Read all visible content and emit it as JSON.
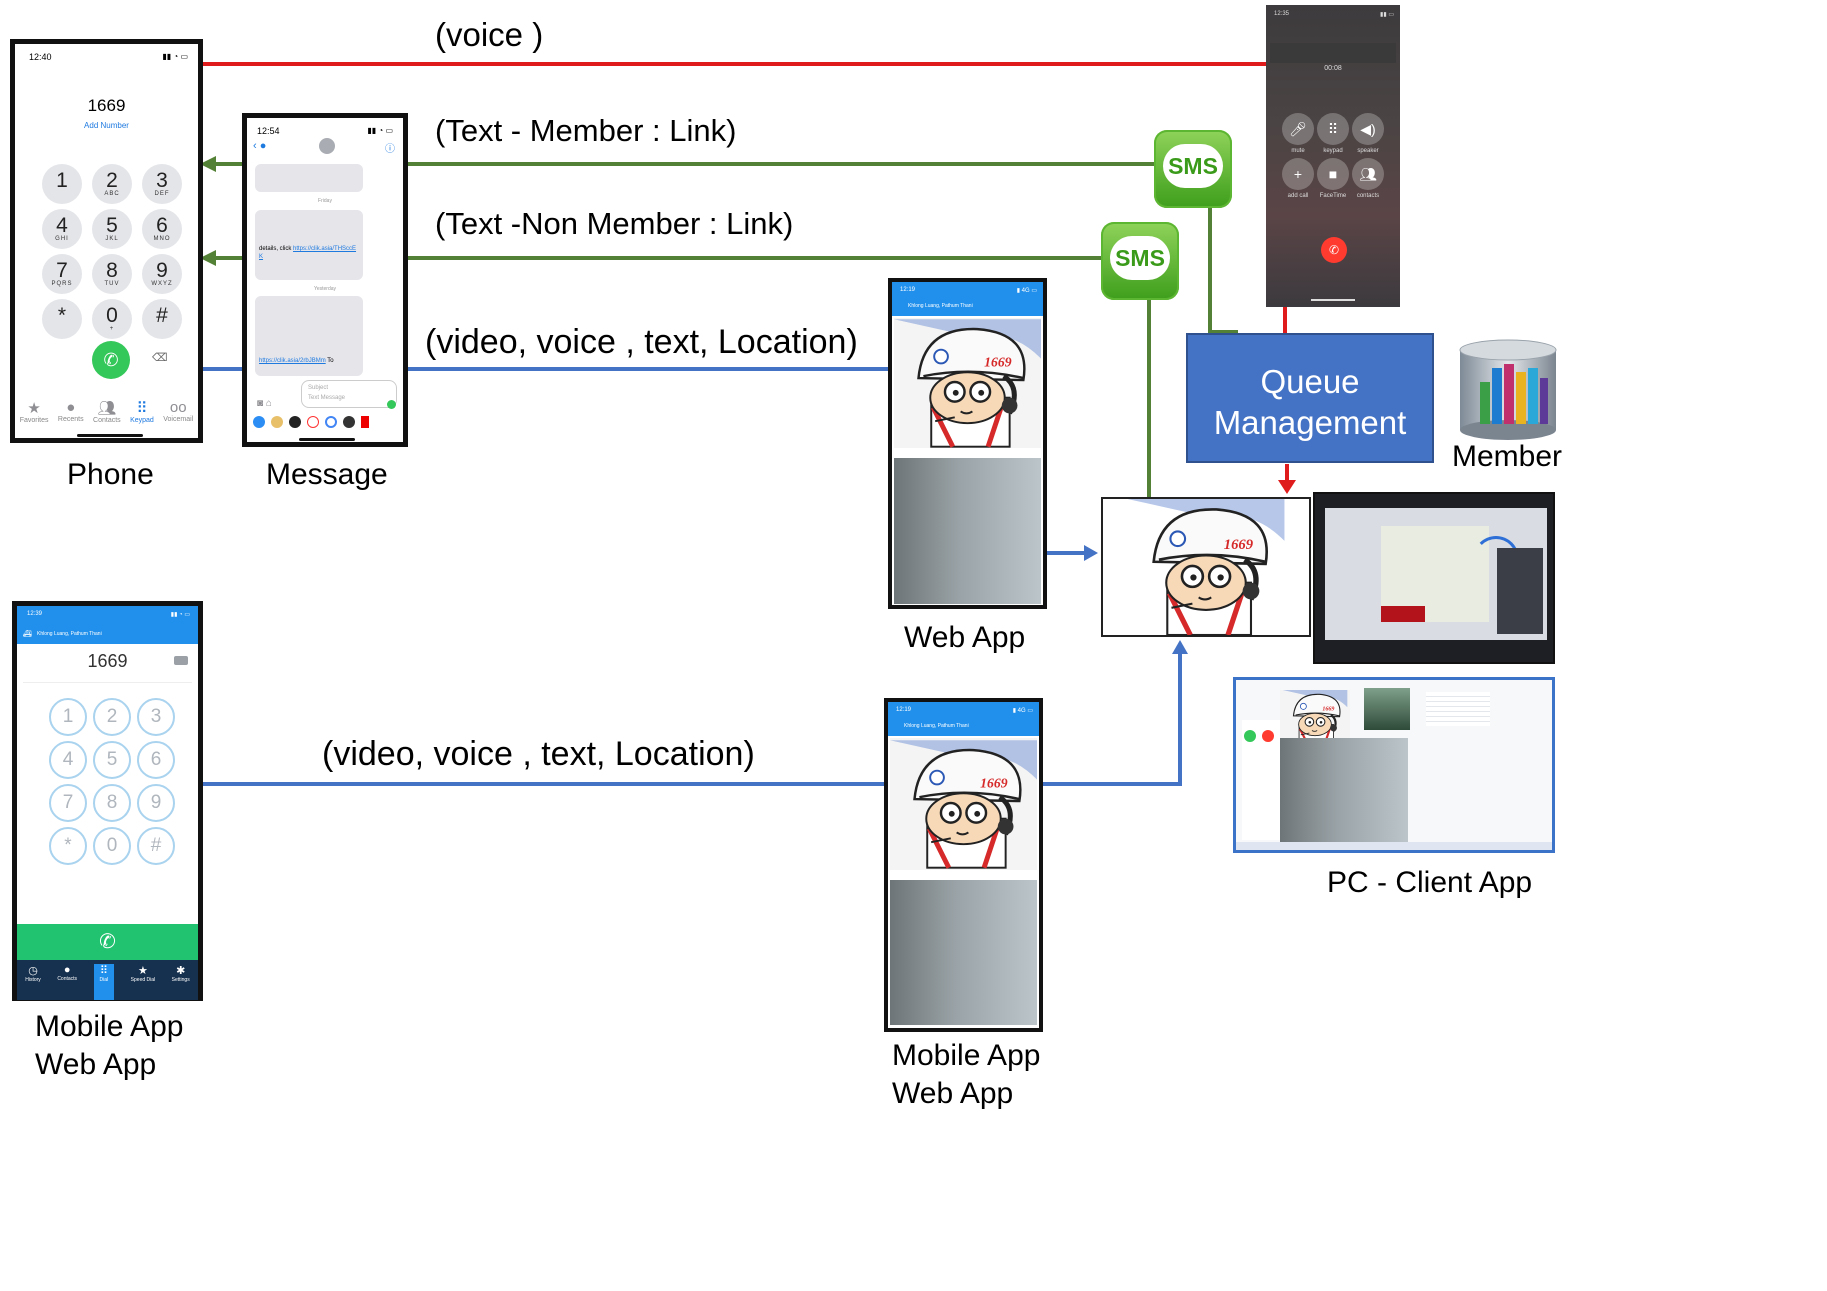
{
  "labels": {
    "voice": "(voice )",
    "text_member": "(Text - Member : Link)",
    "text_non_member": "(Text -Non Member : Link)",
    "video_top": "(video, voice , text, Location)",
    "video_bottom": "(video, voice , text, Location)",
    "phone": "Phone",
    "message": "Message",
    "web_app": "Web App",
    "queue_management_line1": "Queue",
    "queue_management_line2": "Management",
    "member": "Member",
    "pc_client_app": "PC - Client App",
    "mobile_app_left_line1": "Mobile App",
    "mobile_app_left_line2": "Web App",
    "mobile_app_right_line1": "Mobile App",
    "mobile_app_right_line2": "Web App"
  },
  "phone_screen": {
    "time": "12:40",
    "number": "1669",
    "add_number": "Add Number",
    "keys": [
      {
        "d": "1",
        "s": ""
      },
      {
        "d": "2",
        "s": "ABC"
      },
      {
        "d": "3",
        "s": "DEF"
      },
      {
        "d": "4",
        "s": "GHI"
      },
      {
        "d": "5",
        "s": "JKL"
      },
      {
        "d": "6",
        "s": "MNO"
      },
      {
        "d": "7",
        "s": "PQRS"
      },
      {
        "d": "8",
        "s": "TUV"
      },
      {
        "d": "9",
        "s": "WXYZ"
      },
      {
        "d": "*",
        "s": ""
      },
      {
        "d": "0",
        "s": "+"
      },
      {
        "d": "#",
        "s": ""
      }
    ],
    "tabs": [
      "Favorites",
      "Recents",
      "Contacts",
      "Keypad",
      "Voicemail"
    ]
  },
  "message_screen": {
    "time": "12:54",
    "day1": "Friday",
    "day2": "Yesterday",
    "link_prefix": "details, click ",
    "link1": "https://clik.asia/THSccEK",
    "link2": "https://clik.asia/2rbJBMm",
    "link2_suffix": " To",
    "subject": "Subject",
    "placeholder": "Text Message"
  },
  "sms_badge": "SMS",
  "call_screen": {
    "time": "12:35",
    "duration": "00:08",
    "buttons": [
      "mute",
      "keypad",
      "speaker",
      "add call",
      "FaceTime",
      "contacts"
    ]
  },
  "mobile_app_screen": {
    "time": "12:39",
    "location": "Khlong Luang, Pathum Thani",
    "number": "1669",
    "keys": [
      "1",
      "2",
      "3",
      "4",
      "5",
      "6",
      "7",
      "8",
      "9",
      "*",
      "0",
      "#"
    ],
    "tabs": [
      "History",
      "Contacts",
      "Dial",
      "Speed Dial",
      "Settings"
    ]
  },
  "web_app_screen": {
    "time": "12:19",
    "location": "Khlong Luang, Pathum Thani"
  },
  "mascot_badge": "1669",
  "colors": {
    "voice_line": "#e01b1b",
    "sms_line": "#538135",
    "data_line": "#4472c4",
    "queue_box": "#4472c4"
  }
}
